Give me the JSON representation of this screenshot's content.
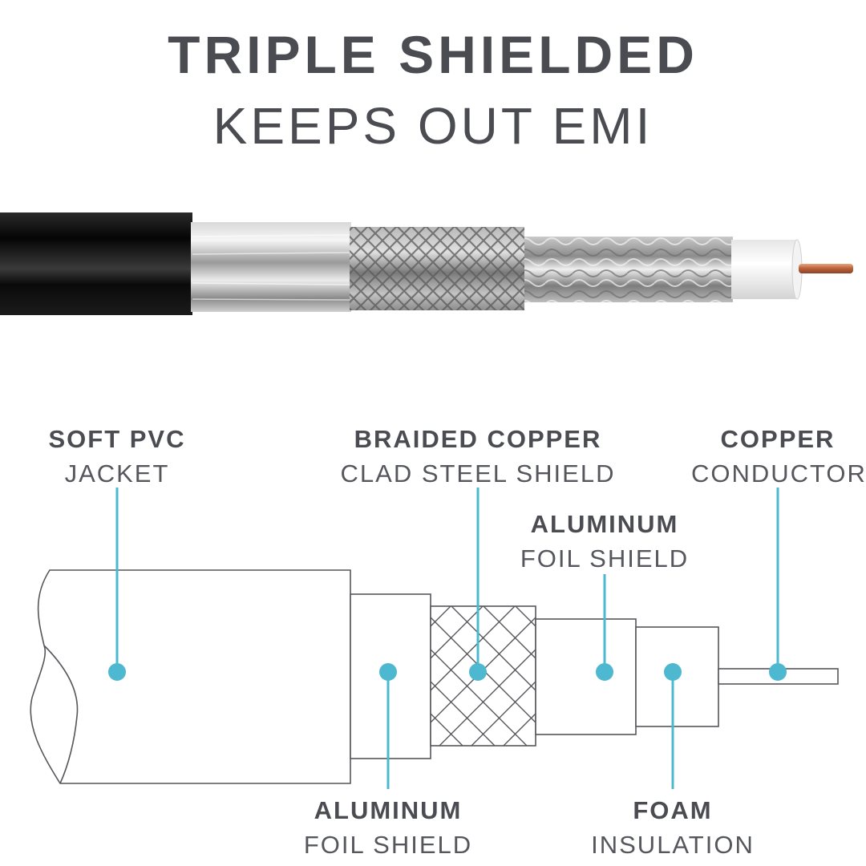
{
  "header": {
    "title": "TRIPLE SHIELDED",
    "subtitle": "KEEPS OUT EMI"
  },
  "colors": {
    "text": "#4a4c51",
    "leader": "#4db8cf",
    "outline": "#55575c",
    "copper": "#c77a4f",
    "jacket": "#111111"
  },
  "labels": {
    "jacket": {
      "bold": "SOFT PVC",
      "light": "JACKET"
    },
    "braid": {
      "bold": "BRAIDED COPPER",
      "light": "CLAD STEEL SHIELD"
    },
    "conductor": {
      "bold": "COPPER",
      "light": "CONDUCTOR"
    },
    "foil_inner": {
      "bold": "ALUMINUM",
      "light": "FOIL SHIELD"
    },
    "foil_outer": {
      "bold": "ALUMINUM",
      "light": "FOIL SHIELD"
    },
    "insulation": {
      "bold": "FOAM",
      "light": "INSULATION"
    }
  }
}
